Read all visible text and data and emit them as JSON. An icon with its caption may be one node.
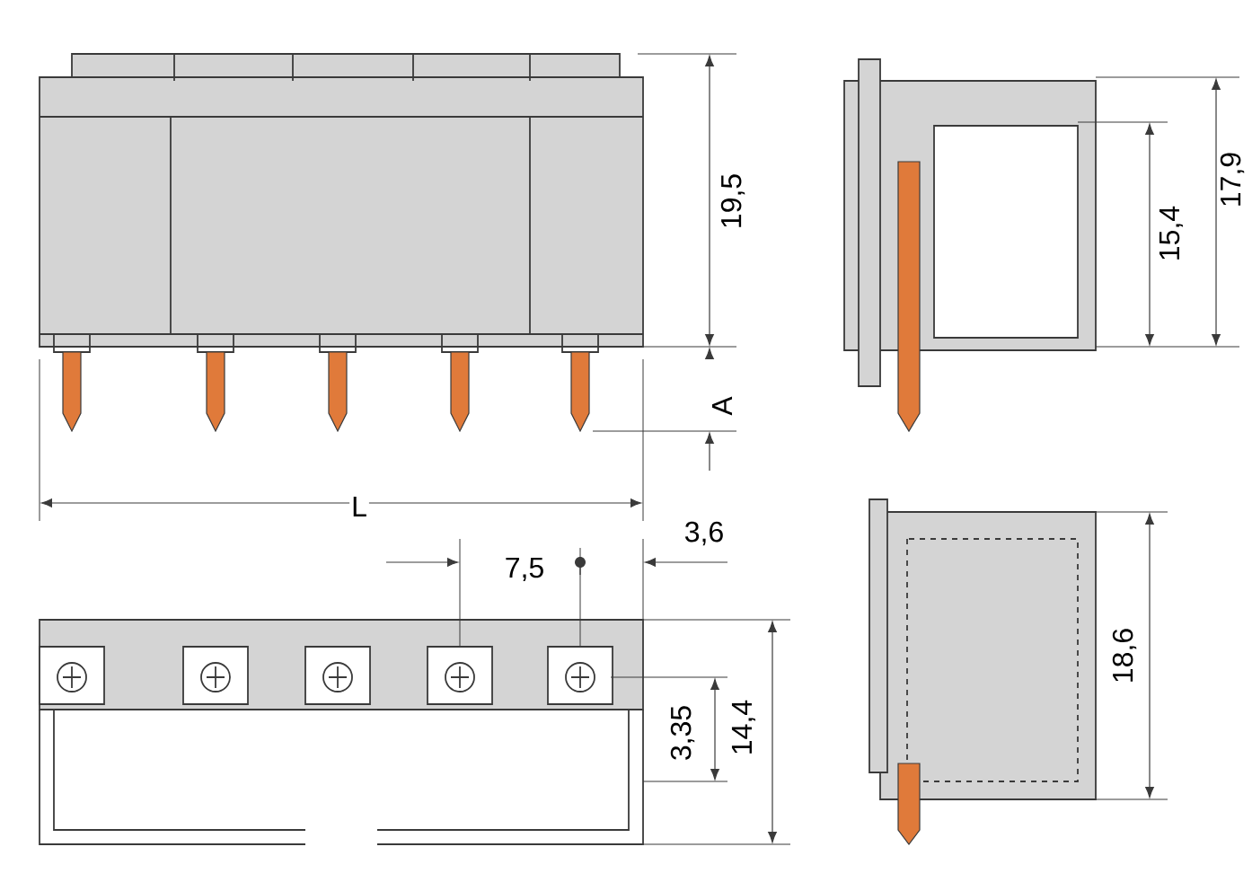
{
  "diagram": {
    "labels": [
      "19,5",
      "15,4",
      "17,9",
      "A",
      "L",
      "7,5",
      "3,6",
      "18,6",
      "3,35",
      "14,4"
    ]
  }
}
